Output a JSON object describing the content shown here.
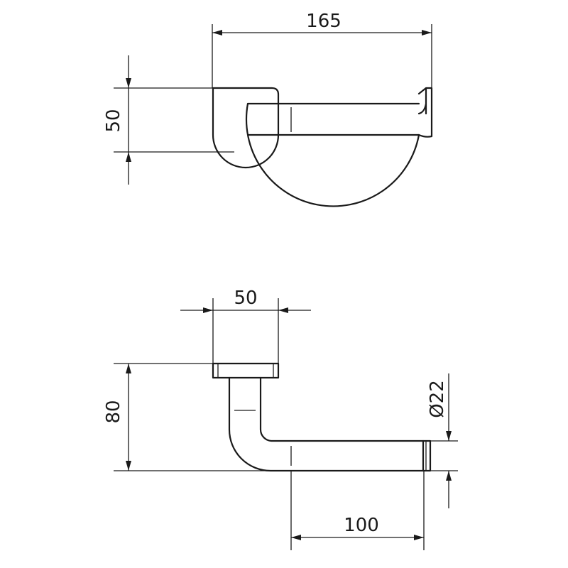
{
  "drawing": {
    "top_view": {
      "width_label": "165",
      "height_label": "50"
    },
    "side_view": {
      "base_width_label": "50",
      "height_label": "80",
      "diameter_label": "Ø22",
      "arm_length_label": "100"
    }
  },
  "style": {
    "line_color": "#1a1a1a",
    "background": "#ffffff"
  }
}
